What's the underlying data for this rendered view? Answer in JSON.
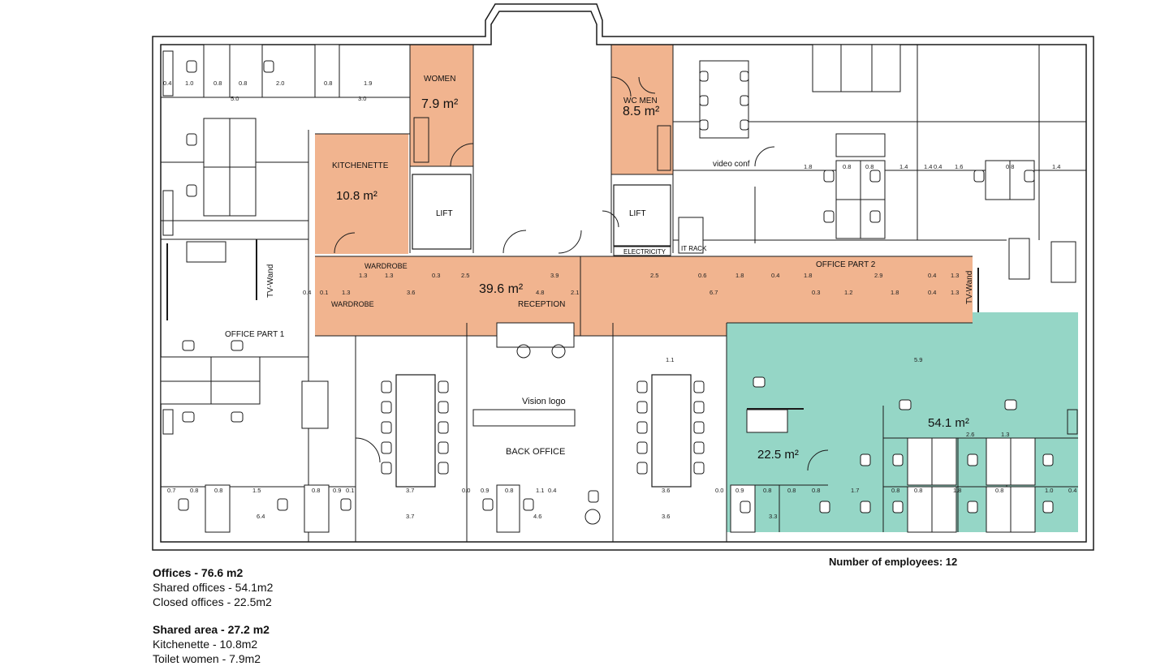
{
  "rooms": {
    "wc_women": {
      "name": "WOMEN",
      "area": "7.9 m²"
    },
    "wc_men": {
      "name": "WC MEN",
      "area": "8.5 m²"
    },
    "kitchenette": {
      "name": "KITCHENETTE",
      "area": "10.8 m²"
    },
    "lift_left": {
      "name": "LIFT"
    },
    "lift_right": {
      "name": "LIFT"
    },
    "electricity": {
      "name": "ELECTRICITY"
    },
    "it_rack": {
      "name": "IT RACK"
    },
    "video_conf": {
      "name": "video conf"
    },
    "reception": {
      "name": "RECEPTION",
      "area": "39.6 m²"
    },
    "wardrobe_top": {
      "name": "WARDROBE"
    },
    "wardrobe_bottom": {
      "name": "WARDROBE"
    },
    "office_part_1": {
      "name": "OFFICE PART 1"
    },
    "office_part_2": {
      "name": "OFFICE PART 2"
    },
    "back_office": {
      "name": "BACK OFFICE"
    },
    "vision_logo": {
      "name": "Vision logo"
    },
    "tv_wand_left": {
      "name": "TV-Wand"
    },
    "tv_wand_right": {
      "name": "TV-Wand"
    },
    "closed_office": {
      "area": "22.5 m²"
    },
    "shared_office": {
      "area": "54.1 m²"
    }
  },
  "dimensions": {
    "top_row": [
      "0.4",
      "1.0",
      "0.8",
      "0.8",
      "2.0",
      "0.8",
      "1.9",
      "5.0",
      "3.0"
    ],
    "corridor_top": [
      "1.3",
      "1.3",
      "0.3",
      "2.5",
      "3.9",
      "2.5",
      "0.6",
      "1.8",
      "0.4",
      "1.8",
      "2.9",
      "0.4",
      "1.3"
    ],
    "corridor_bottom": [
      "0.4",
      "0.1",
      "1.3",
      "3.6",
      "4.8",
      "2.1",
      "6.7",
      "0.3",
      "1.2",
      "1.8",
      "0.4",
      "1.3"
    ],
    "tables": [
      "3.7",
      "3.7",
      "3.6",
      "3.6"
    ],
    "bottom_row": [
      "0.7",
      "0.8",
      "0.8",
      "1.5",
      "0.8",
      "0.9",
      "0.1",
      "0.0",
      "0.9",
      "0.8",
      "1.1",
      "0.4",
      "0.0",
      "0.9",
      "0.8",
      "0.8",
      "0.8",
      "1.7",
      "0.8",
      "0.8",
      "1.8",
      "0.8",
      "1.0",
      "0.4"
    ],
    "right_rows": [
      "1.8",
      "0.8",
      "0.8",
      "1.4",
      "0.4",
      "1.4",
      "1.6",
      "0.8",
      "1.4",
      "5.9",
      "2.6",
      "1.3",
      "1.1",
      "4.6",
      "6.4",
      "3.3"
    ]
  },
  "summary": {
    "offices_title": "Offices -  76.6 m2",
    "offices_lines": [
      "Shared offices - 54.1m2",
      "Closed offices - 22.5m2"
    ],
    "shared_title": "Shared area - 27.2 m2",
    "shared_lines": [
      "Kitchenette - 10.8m2",
      "Toilet  women - 7.9m2"
    ]
  },
  "employees": "Number of employees: 12",
  "colors": {
    "wet_rooms": "#f1b48f",
    "office_green": "#95d6c6",
    "lines": "#1a1a1a"
  }
}
